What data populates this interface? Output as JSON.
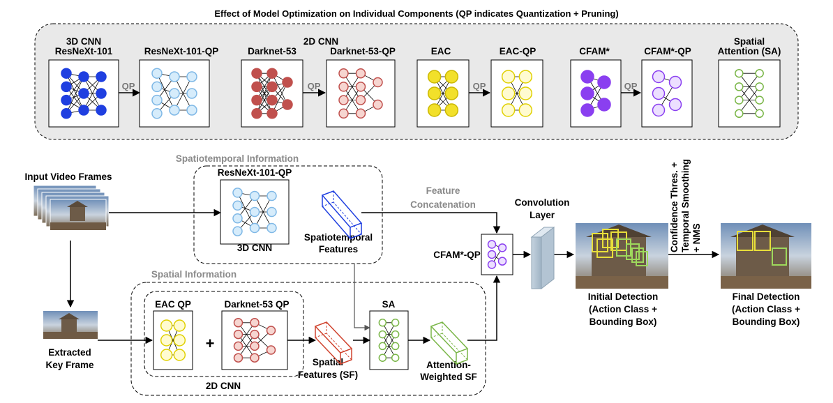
{
  "top_panel": {
    "title": "Effect of Model Optimization on Individual Components (QP indicates Quantization + Pruning)",
    "cnn3d_label": "3D CNN",
    "cnn2d_label": "2D CNN",
    "resnext": "ResNeXt-101",
    "resnext_qp": "ResNeXt-101-QP",
    "darknet": "Darknet-53",
    "darknet_qp": "Darknet-53-QP",
    "eac": "EAC",
    "eac_qp": "EAC-QP",
    "cfam": "CFAM*",
    "cfam_qp": "CFAM*-QP",
    "sa_line1": "Spatial",
    "sa_line2": "Attention (SA)",
    "qp": "QP"
  },
  "pipeline": {
    "input_frames": "Input Video Frames",
    "key_frame_line1": "Extracted",
    "key_frame_line2": "Key Frame",
    "spatiotemporal_info": "Spatiotemporal Information",
    "resnext_qp": "ResNeXt-101-QP",
    "cnn3d": "3D CNN",
    "st_features_line1": "Spatiotemporal",
    "st_features_line2": "Features",
    "feature_concat_line1": "Feature",
    "feature_concat_line2": "Concatenation",
    "cfam_qp": "CFAM*-QP",
    "conv_line1": "Convolution",
    "conv_line2": "Layer",
    "spatial_info": "Spatial Information",
    "eac_qp": "EAC QP",
    "darknet_qp": "Darknet-53 QP",
    "plus": "+",
    "cnn2d": "2D CNN",
    "spatial_features_line1": "Spatial",
    "spatial_features_line2": "Features (SF)",
    "sa": "SA",
    "attn_line1": "Attention-",
    "attn_line2": "Weighted SF",
    "initial_line1": "Initial Detection",
    "initial_line2": "(Action Class +",
    "initial_line3": "Bounding Box)",
    "post_line1": "Confidence Thres. +",
    "post_line2": "Temporal Smoothing",
    "post_line3": "+ NMS",
    "final_line1": "Final Detection",
    "final_line2": "(Action Class +",
    "final_line3": "Bounding Box)"
  },
  "colors": {
    "blue": "#1f3fe0",
    "light_blue": "#d6ecfb",
    "red": "#c0504d",
    "light_red": "#f6d5d0",
    "yellow": "#f2e02a",
    "light_yellow": "#fffbd0",
    "purple": "#8a3ff0",
    "light_purple": "#ecdfff",
    "green": "#7ab648",
    "box_yellow": "#e8df3a",
    "box_green": "#9ed95c"
  }
}
